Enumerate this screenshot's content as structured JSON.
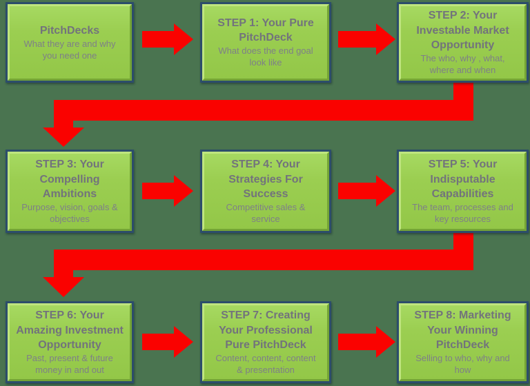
{
  "colors": {
    "background": "#4a7450",
    "arrow": "#fa0200",
    "box_border": "#2c4d6b",
    "box_fill": "#9bce51",
    "title_text": "#72737c",
    "subtitle_text": "#7e7f88"
  },
  "boxes": [
    {
      "id": "intro",
      "title": "PitchDecks",
      "subtitle": "What they are and why\nyou need one"
    },
    {
      "id": "step-1",
      "title": "STEP 1: Your Pure\nPitchDeck",
      "subtitle": "What does the end goal\nlook like"
    },
    {
      "id": "step-2",
      "title": "STEP 2: Your\nInvestable Market\nOpportunity",
      "subtitle": "The who, why , what,\nwhere and when"
    },
    {
      "id": "step-3",
      "title": "STEP 3: Your\nCompelling\nAmbitions",
      "subtitle": "Purpose, vision, goals &\nobjectives"
    },
    {
      "id": "step-4",
      "title": "STEP 4: Your\nStrategies For\nSuccess",
      "subtitle": "Competitive sales &\nservice"
    },
    {
      "id": "step-5",
      "title": "STEP 5: Your\nIndisputable\nCapabilities",
      "subtitle": "The team, processes and\nkey resources"
    },
    {
      "id": "step-6",
      "title": "STEP 6: Your\nAmazing Investment\nOpportunity",
      "subtitle": "Past, present & future\nmoney in and out"
    },
    {
      "id": "step-7",
      "title": "STEP 7: Creating\nYour Professional\nPure PitchDeck",
      "subtitle": "Content, content, content\n& presentation"
    },
    {
      "id": "step-8",
      "title": "STEP 8: Marketing\nYour Winning\nPitchDeck",
      "subtitle": "Selling to who, why and\nhow"
    }
  ],
  "arrows": [
    {
      "name": "intro-to-step1"
    },
    {
      "name": "step1-to-step2"
    },
    {
      "name": "step2-to-step3-uturn"
    },
    {
      "name": "step3-to-step4"
    },
    {
      "name": "step4-to-step5"
    },
    {
      "name": "step5-to-step6-uturn"
    },
    {
      "name": "step6-to-step7"
    },
    {
      "name": "step7-to-step8"
    }
  ]
}
